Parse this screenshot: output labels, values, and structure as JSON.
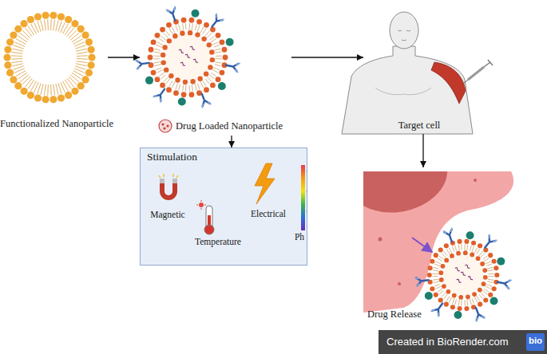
{
  "diagram": {
    "nodes": [
      {
        "text": [
          "Functionalized Nanoparticle"
        ]
      },
      {
        "text": [
          "Drug Loaded Nanoparticle"
        ]
      },
      {
        "text": [
          "Target cell"
        ]
      },
      {
        "text": [
          "Stimulation"
        ]
      },
      {
        "text": [
          "Magnetic"
        ],
        "in": 3
      },
      {
        "text": [
          "Temperature"
        ],
        "in": 3
      },
      {
        "text": [
          "Electrical"
        ],
        "in": 3
      },
      {
        "text": [
          "Ph"
        ],
        "in": 3
      },
      {
        "text": [
          "Drug Release"
        ]
      }
    ],
    "edges": [
      {
        "from": 0,
        "to": 1,
        "arrow": "to"
      },
      {
        "from": 1,
        "to": 2,
        "arrow": "to"
      },
      {
        "from": 1,
        "to": 3,
        "arrow": "to"
      },
      {
        "from": 2,
        "to": 8,
        "arrow": "to"
      }
    ],
    "labels": [
      "Created in BioRender.com",
      "bio"
    ]
  }
}
